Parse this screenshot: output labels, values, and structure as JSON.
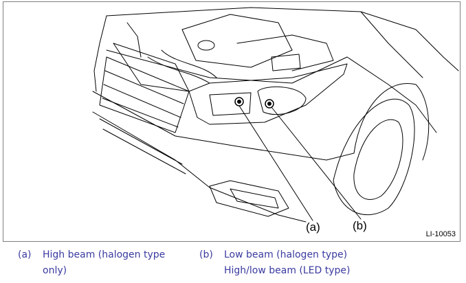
{
  "figure": {
    "callouts": [
      {
        "key": "a",
        "label": "(a)"
      },
      {
        "key": "b",
        "label": "(b)"
      }
    ],
    "figure_id": "LI-10053"
  },
  "legend": [
    {
      "key": "(a)",
      "lines": [
        "High beam (halogen type",
        "only)"
      ]
    },
    {
      "key": "(b)",
      "lines": [
        "Low beam (halogen type)",
        "High/low beam (LED type)"
      ]
    }
  ],
  "colors": {
    "legend_text": "#3a3aa0",
    "line": "#000000",
    "border": "#7f7f7f"
  }
}
